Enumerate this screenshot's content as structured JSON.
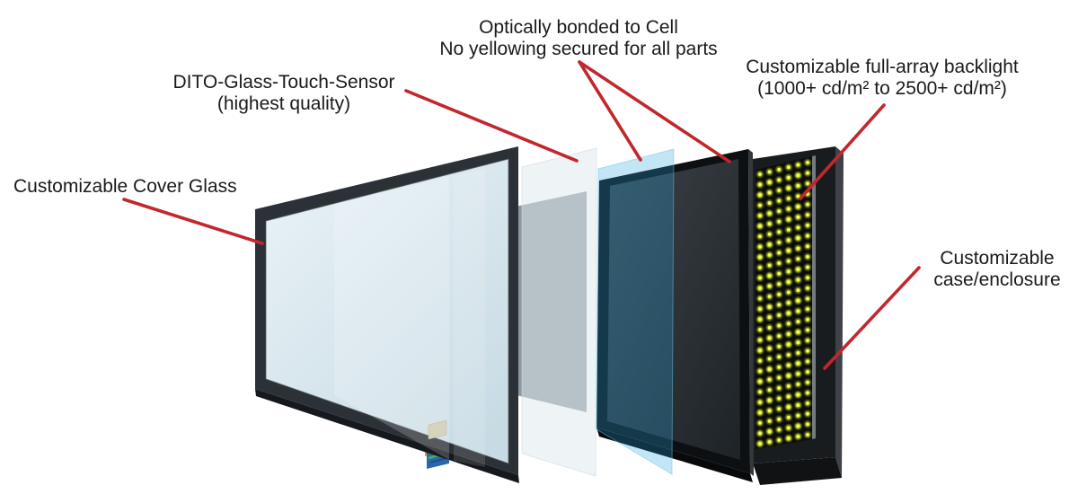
{
  "diagram": {
    "title_implicit": "Touch display stack exploded view",
    "background_color": "#ffffff",
    "annotation_color": "#c1272d",
    "text_color": "#1a1a1a",
    "labels": {
      "cover_glass": {
        "line1": "Customizable Cover Glass"
      },
      "touch_sensor": {
        "line1": "DITO-Glass-Touch-Sensor",
        "line2": "(highest quality)"
      },
      "optical_bonding": {
        "line1": "Optically bonded to Cell",
        "line2": "No yellowing secured for all parts"
      },
      "backlight": {
        "line1": "Customizable full-array backlight",
        "line2": "(1000+ cd/m² to 2500+ cd/m²)"
      },
      "enclosure": {
        "line1": "Customizable",
        "line2": "case/enclosure"
      }
    },
    "layers": {
      "cover_glass": {
        "name": "Customizable cover glass",
        "frame_color": "#2c3137",
        "frame_bottom_color": "#15181c",
        "glass_color_top": "#eaf3f7",
        "glass_color_bottom": "#c8dbe4",
        "connector": {
          "tab_color": "#d6d4bc",
          "flex_gold": "#d79b2f",
          "flex_blue": "#2a66ae",
          "flex_green": "#4cae53"
        }
      },
      "touch_sensor": {
        "name": "DITO glass touch sensor sheet",
        "sheet_color": "rgba(223,233,237,0.52)",
        "active_area_color": "#8d97a0"
      },
      "optical_bonding": {
        "name": "Optical bonding adhesive sheet",
        "sheet_color": "rgba(41,166,223,0.28)"
      },
      "cell": {
        "name": "Display cell",
        "frame_color": "#0d1013",
        "interior_top_color": "#3c4248",
        "interior_bottom_color": "#1e2327",
        "side_color": "#34383c",
        "bottom_color": "#08090b"
      },
      "backlight": {
        "name": "Full-array LED backlight",
        "panel_color": "#0a0c0d",
        "edge_highlight_color": "#858b90",
        "led_color": "#d3e118",
        "led_core_color": "#f0fa6a",
        "led_grid": {
          "columns": 6,
          "rows": 27
        }
      },
      "enclosure": {
        "name": "Case / enclosure",
        "front_color": "#191c1f",
        "side_color": "#3e4246",
        "bottom_color": "#101214"
      }
    }
  }
}
